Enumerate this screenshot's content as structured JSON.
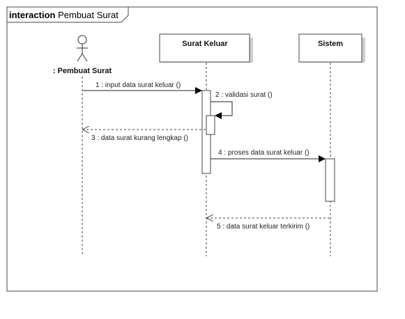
{
  "frame": {
    "keyword": "interaction",
    "name": "Pembuat Surat"
  },
  "participants": [
    {
      "id": "actor",
      "label": ": Pembuat Surat",
      "kind": "actor"
    },
    {
      "id": "surat-keluar",
      "label": "Surat Keluar",
      "kind": "object"
    },
    {
      "id": "sistem",
      "label": "Sistem",
      "kind": "object"
    }
  ],
  "messages": [
    {
      "id": "m1",
      "label": "1 : input data surat keluar ()",
      "from": "actor",
      "to": "surat-keluar",
      "style": "sync"
    },
    {
      "id": "m2",
      "label": "2 : validasi surat ()",
      "from": "surat-keluar",
      "to": "surat-keluar",
      "style": "self"
    },
    {
      "id": "m3",
      "label": "3 : data surat kurang lengkap ()",
      "from": "surat-keluar",
      "to": "actor",
      "style": "return"
    },
    {
      "id": "m4",
      "label": "4 : proses data surat keluar ()",
      "from": "surat-keluar",
      "to": "sistem",
      "style": "sync"
    },
    {
      "id": "m5",
      "label": "5 : data surat keluar terkirim ()",
      "from": "sistem",
      "to": "surat-keluar",
      "style": "return"
    }
  ]
}
